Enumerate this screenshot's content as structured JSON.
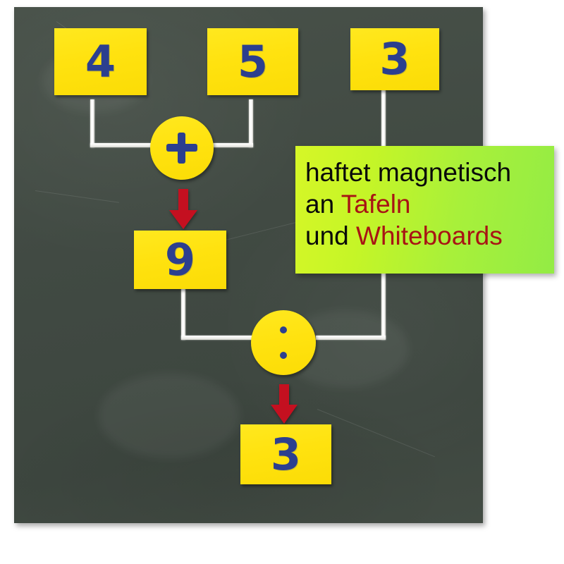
{
  "scene": {
    "type": "chalkboard-math-flow-diagram",
    "board_color": "#414a43",
    "card_color": "#ffe20f",
    "number_color": "#2c3f8f",
    "arrow_color": "#c41020",
    "connector_color": "#ffffff"
  },
  "cards": {
    "operand_a": "4",
    "operand_b": "5",
    "operand_c": "3",
    "sum_result": "9",
    "final_result": "3"
  },
  "operators": {
    "add": "+",
    "divide": ":"
  },
  "callout": {
    "line1_plain": "haftet magnetisch",
    "line2_plain": "an ",
    "line2_red": "Tafeln",
    "line3_plain": "und ",
    "line3_red": "Whiteboards",
    "background_start": "#d6f727",
    "background_end": "#93ec45",
    "text_color": "#0a0a0a",
    "highlight_color": "#a81414"
  },
  "icons": {
    "plus": "plus-icon",
    "colon": "division-colon-icon",
    "arrow_down": "arrow-down-icon"
  }
}
